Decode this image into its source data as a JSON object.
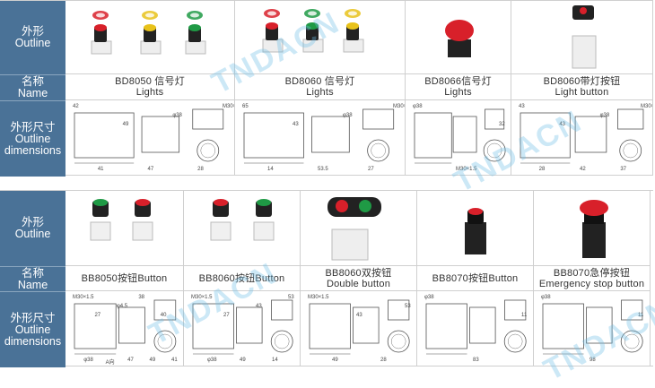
{
  "watermark": "TNDACN",
  "headers": {
    "outline": "外形",
    "outline_en": "Outline",
    "name": "名称",
    "name_en": "Name",
    "dims": "外形尺寸",
    "dims_en1": "Outline",
    "dims_en2": "dimensions"
  },
  "colors": {
    "header": "#4a7297",
    "red": "#d8202a",
    "green": "#1f9a45",
    "yellow": "#e8c21a"
  },
  "top": [
    {
      "name": "BD8050 信号灯",
      "sub": "Lights",
      "dims": [
        "42",
        "41",
        "49",
        "47",
        "φ38",
        "28",
        "M30×1.5"
      ]
    },
    {
      "name": "BD8060 信号灯",
      "sub": "Lights",
      "dims": [
        "65",
        "14",
        "43",
        "53.5",
        "φ38",
        "27",
        "M30×1.5"
      ]
    },
    {
      "name": "BD8066信号灯",
      "sub": "Lights",
      "dims": [
        "φ38",
        "M30×1.5",
        "32"
      ]
    },
    {
      "name": "BD8060带灯按钮",
      "sub": "Light button",
      "dims": [
        "43",
        "28",
        "43",
        "42",
        "φ38",
        "37",
        "M30×1.5"
      ]
    }
  ],
  "bottom": [
    {
      "name": "BB8050按钮Button",
      "sub": "",
      "dims": [
        "M30×1.5",
        "φ38",
        "27",
        "A向",
        "φ4.5",
        "47",
        "38",
        "49",
        "40",
        "41"
      ]
    },
    {
      "name": "BB8060按钮Button",
      "sub": "",
      "dims": [
        "M30×1.5",
        "φ38",
        "27",
        "49",
        "43",
        "14",
        "53"
      ]
    },
    {
      "name": "BB8060双按钮",
      "sub": "Double button",
      "dims": [
        "M30×1.5",
        "49",
        "43",
        "28",
        "53"
      ]
    },
    {
      "name": "BB8070按钮Button",
      "sub": "",
      "dims": [
        "φ38",
        "83",
        "11"
      ]
    },
    {
      "name": "BB8070急停按钮",
      "sub": "Emergency stop button",
      "dims": [
        "φ38",
        "98",
        "11"
      ]
    }
  ]
}
